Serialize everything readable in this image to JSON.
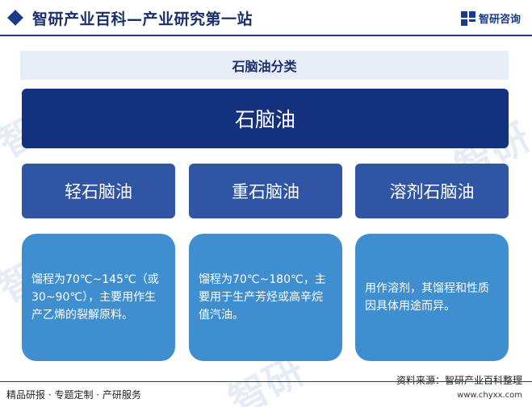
{
  "header": {
    "site_title": "智研产业百科—产业研究第一站",
    "logo_text": "智研咨询"
  },
  "watermark": {
    "text": "智研"
  },
  "diagram": {
    "title": "石脑油分类",
    "root": "石脑油",
    "categories": [
      {
        "label": "轻石脑油",
        "description": "馏程为70℃~145℃（或30~90℃），主要用作生产乙烯的裂解原料。"
      },
      {
        "label": "重石脑油",
        "description": "馏程为70℃~180℃，主要用于生产芳烃或高辛烷值汽油。"
      },
      {
        "label": "溶剂石脑油",
        "description": "用作溶剂，其馏程和性质因具体用途而异。"
      }
    ]
  },
  "footer": {
    "tagline": "精品研报 · 专题定制 · 产研服务",
    "source": "资料来源：智研产业百科整理",
    "url": "www.chyxx.com"
  },
  "colors": {
    "navy": "#14317f",
    "category_blue": "#2f55a4",
    "description_blue": "#3f8fd0",
    "title_bg": "#e8eef8"
  }
}
